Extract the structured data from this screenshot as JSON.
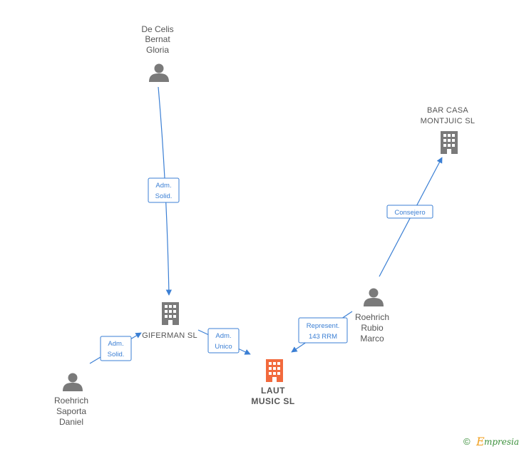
{
  "colors": {
    "edge": "#3b7fd4",
    "person_icon": "#7a7a7a",
    "company_icon": "#7a7a7a",
    "focus_company_icon": "#f26a3d",
    "label": "#555555"
  },
  "nodes": {
    "de_celis": {
      "kind": "person",
      "icon": "person-icon",
      "lines": [
        "De Celis",
        "Bernat",
        "Gloria"
      ]
    },
    "bar_casa": {
      "kind": "company",
      "icon": "building-icon",
      "lines": [
        "BAR CASA",
        "MONTJUIC  SL"
      ]
    },
    "giferman": {
      "kind": "company",
      "icon": "building-icon",
      "lines": [
        "GIFERMAN SL"
      ]
    },
    "roehrich_rubio": {
      "kind": "person",
      "icon": "person-icon",
      "lines": [
        "Roehrich",
        "Rubio",
        "Marco"
      ]
    },
    "roehrich_saporta": {
      "kind": "person",
      "icon": "person-icon",
      "lines": [
        "Roehrich",
        "Saporta",
        "Daniel"
      ]
    },
    "laut_music": {
      "kind": "company",
      "icon": "building-icon",
      "focus": true,
      "lines": [
        "LAUT",
        "MUSIC  SL"
      ]
    }
  },
  "edges": {
    "decelis_giferman": {
      "lines": [
        "Adm.",
        "Solid."
      ]
    },
    "rubio_barcasa": {
      "lines": [
        "Consejero"
      ]
    },
    "rubio_laut": {
      "lines": [
        "Represent.",
        "143 RRM"
      ]
    },
    "giferman_laut": {
      "lines": [
        "Adm.",
        "Unico"
      ]
    },
    "saporta_giferman": {
      "lines": [
        "Adm.",
        "Solid."
      ]
    }
  },
  "footer": {
    "copyright_symbol": "©",
    "brand_initial": "E",
    "brand_rest": "mpresia"
  }
}
